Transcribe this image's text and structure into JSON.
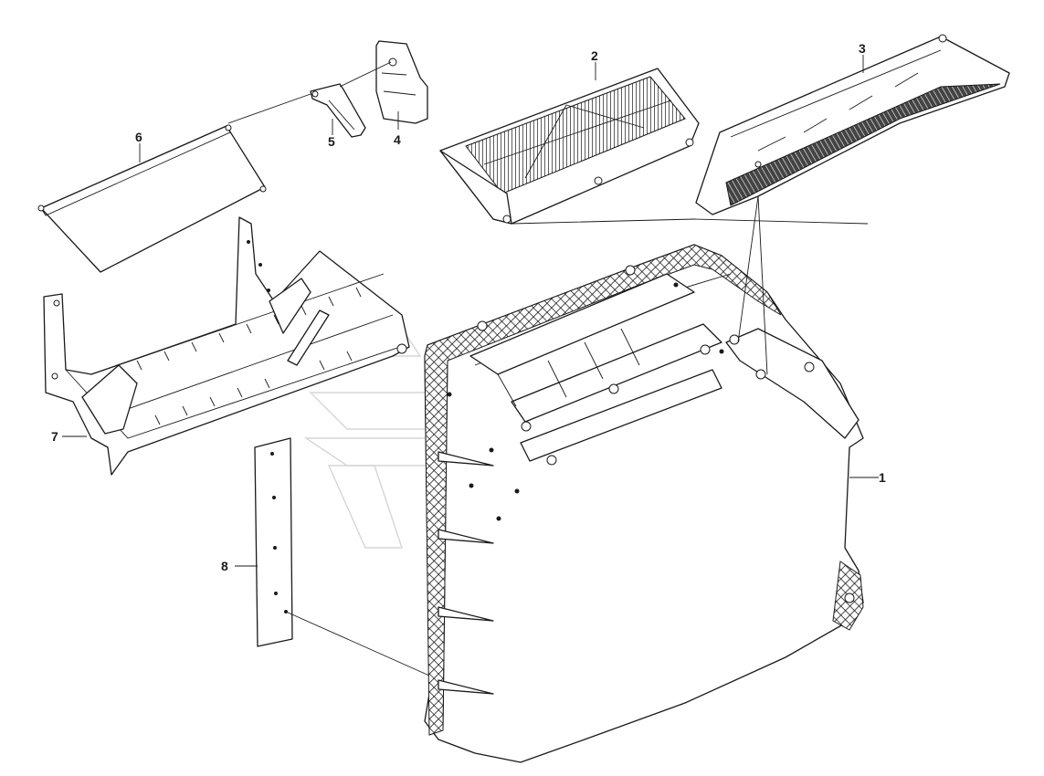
{
  "callouts": [
    {
      "id": "1",
      "label": "1"
    },
    {
      "id": "2",
      "label": "2"
    },
    {
      "id": "3",
      "label": "3"
    },
    {
      "id": "4",
      "label": "4"
    },
    {
      "id": "5",
      "label": "5"
    },
    {
      "id": "6",
      "label": "6"
    },
    {
      "id": "7",
      "label": "7"
    },
    {
      "id": "8",
      "label": "8"
    }
  ],
  "colors": {
    "line": "#1a1a1a",
    "watermark": "#d6d6d6",
    "background": "#ffffff"
  }
}
